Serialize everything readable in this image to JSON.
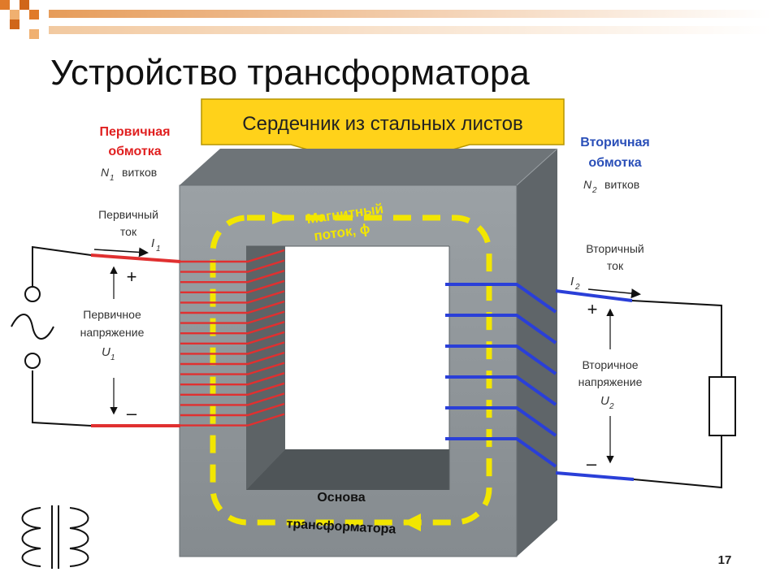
{
  "slide": {
    "title": "Устройство трансформатора",
    "page_number": "17"
  },
  "callout": {
    "text": "Сердечник из стальных листов"
  },
  "primary": {
    "winding_title_1": "Первичная",
    "winding_title_2": "обмотка",
    "turns_symbol": "N",
    "turns_sub": "1",
    "turns_word": "витков",
    "current_label_1": "Первичный",
    "current_label_2": "ток",
    "current_symbol": "I",
    "current_sub": "1",
    "voltage_label_1": "Первичное",
    "voltage_label_2": "напряжение",
    "voltage_symbol": "U",
    "voltage_sub": "1",
    "plus": "+",
    "minus": "–"
  },
  "secondary": {
    "winding_title_1": "Вторичная",
    "winding_title_2": "обмотка",
    "turns_symbol": "N",
    "turns_sub": "2",
    "turns_word": "витков",
    "current_label_1": "Вторичный",
    "current_label_2": "ток",
    "current_symbol": "I",
    "current_sub": "2",
    "voltage_label_1": "Вторичное",
    "voltage_label_2": "напряжение",
    "voltage_symbol": "U",
    "voltage_sub": "2",
    "plus": "+",
    "minus": "–"
  },
  "core": {
    "flux_label_1": "Магнитный",
    "flux_label_2": "поток, ϕ",
    "base_label_1": "Основа",
    "base_label_2": "трансформатора"
  },
  "colors": {
    "primary_winding": "#e03030",
    "secondary_winding": "#2a3fd8",
    "flux": "#f2e600",
    "core_face": "#8f9599",
    "core_top": "#6e7478",
    "callout_fill": "#ffd21a",
    "title_bar": "#e8a060",
    "label_red": "#e02020",
    "label_blue": "#2a4fb8"
  }
}
